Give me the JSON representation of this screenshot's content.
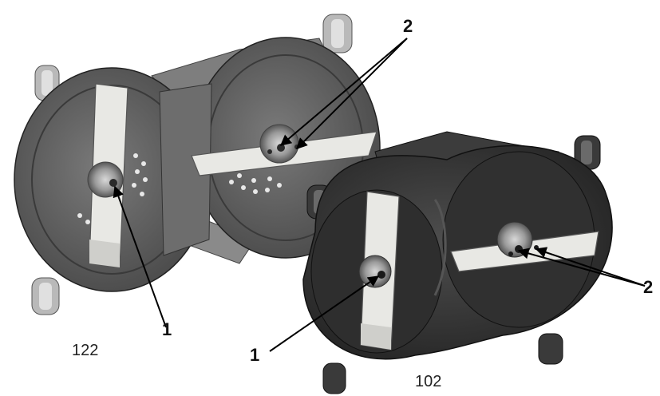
{
  "figure": {
    "callouts": {
      "left_center_bolt": "1",
      "left_blade_bolts": "2",
      "right_center_bolt": "1",
      "right_blade_bolts": "2"
    },
    "models": {
      "left_deck": "122",
      "right_deck": "102"
    },
    "colors": {
      "deck_dark": "#3a3a3a",
      "deck_mid": "#5c5c5c",
      "deck_light": "#8a8a8a",
      "blade": "#e8e8e4",
      "line": "#000000"
    }
  }
}
